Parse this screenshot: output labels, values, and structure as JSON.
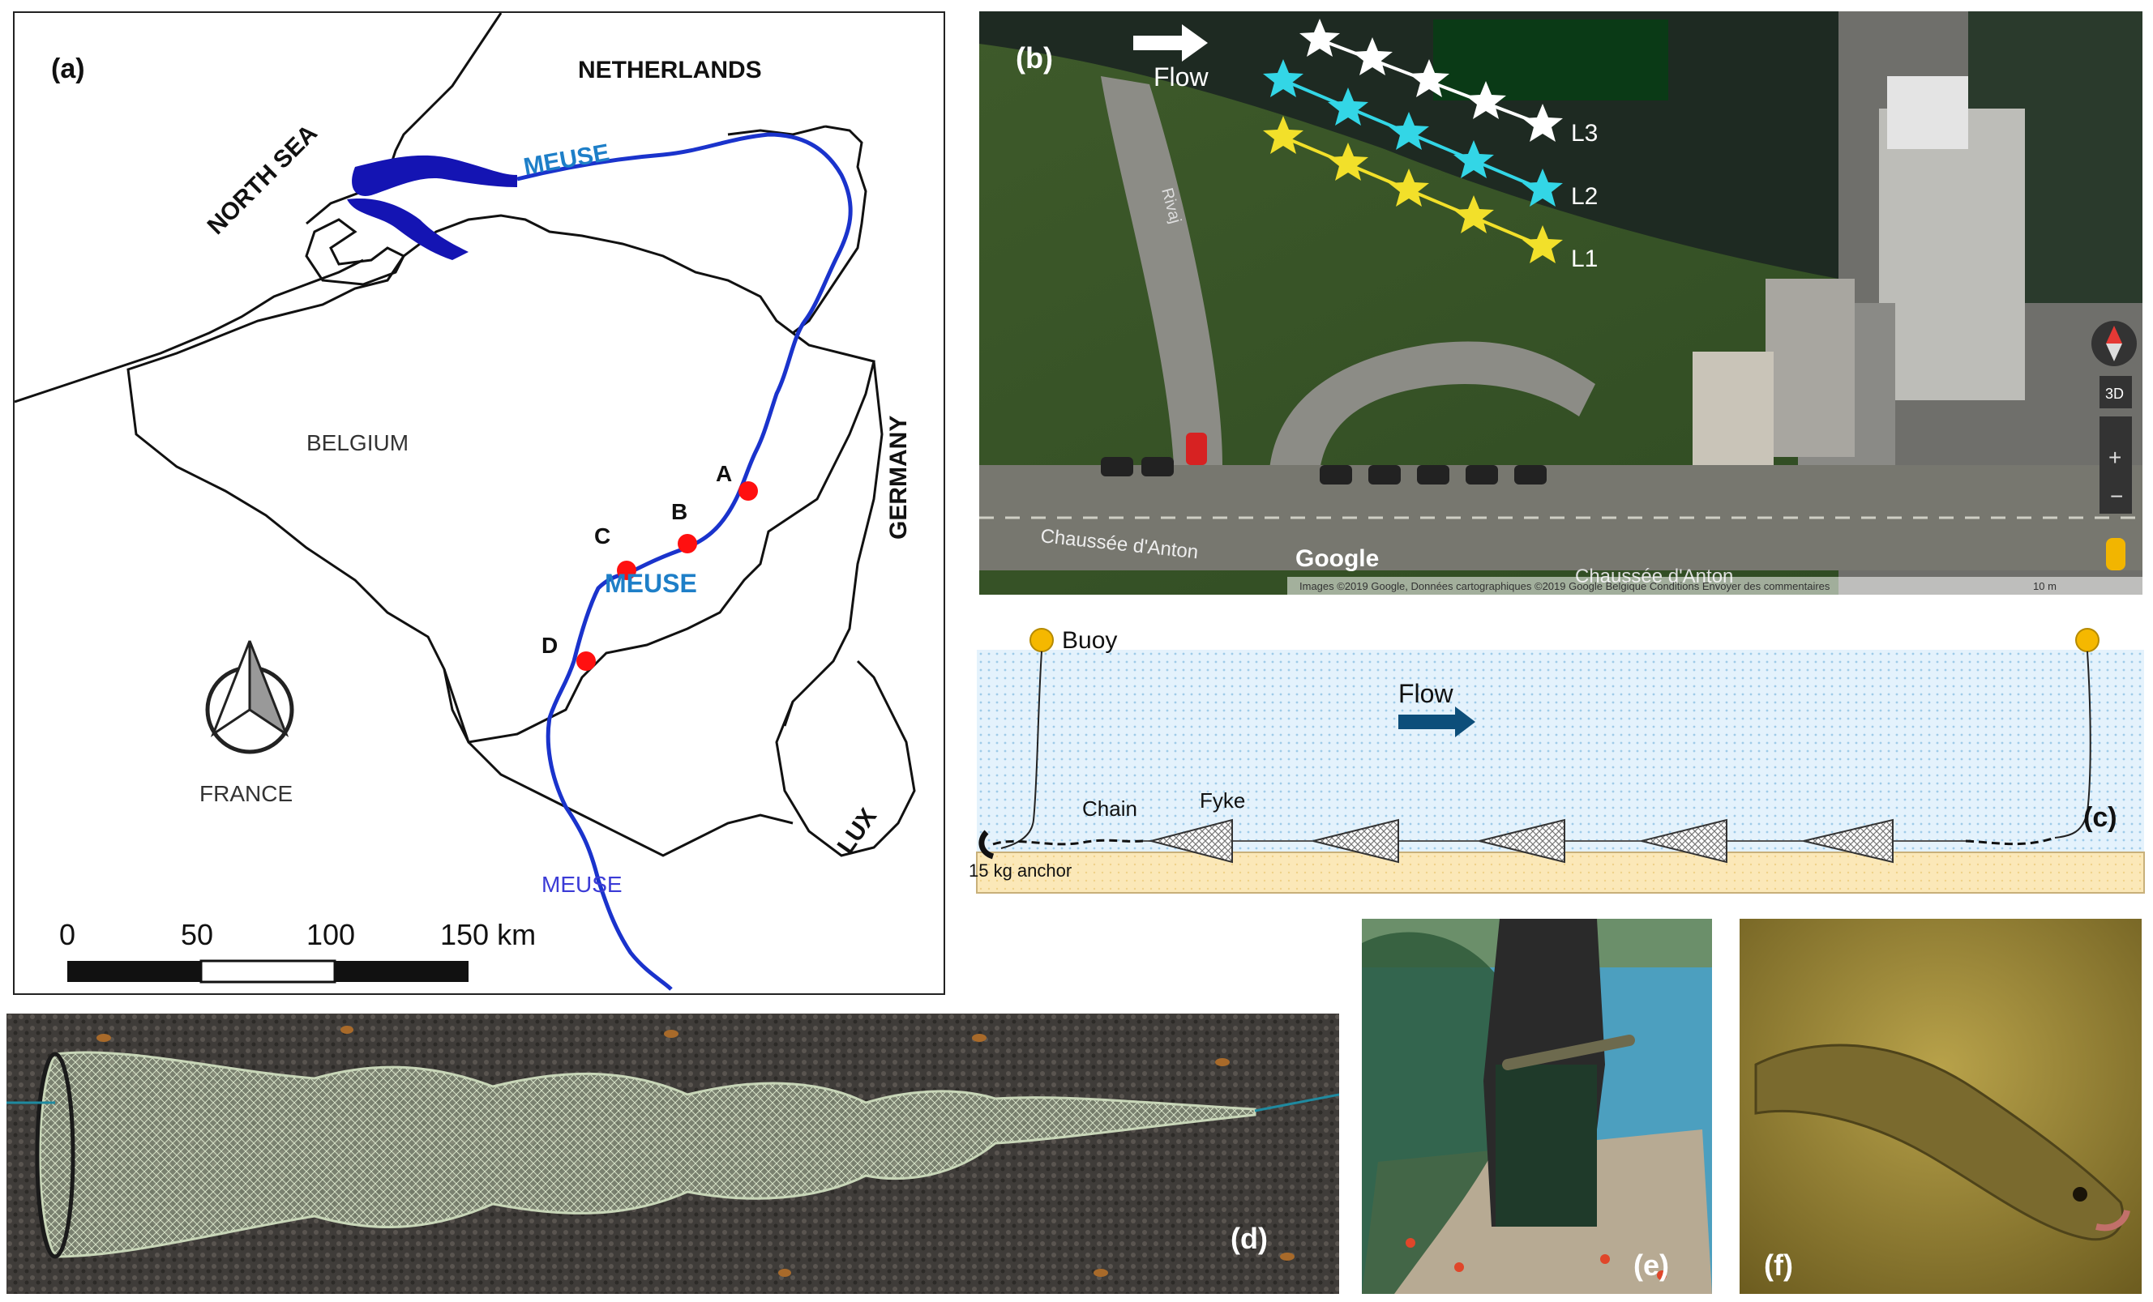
{
  "panels": {
    "a": {
      "label": "(a)",
      "countries": {
        "netherlands": "NETHERLANDS",
        "belgium": "BELGIUM",
        "germany": "GERMANY",
        "france": "FRANCE",
        "lux": "LUX",
        "north_sea": "NORTH SEA"
      },
      "river_labels": [
        "MEUSE",
        "MEUSE",
        "MEUSE"
      ],
      "sites": [
        "A",
        "B",
        "C",
        "D"
      ],
      "scale": {
        "ticks": [
          "0",
          "50",
          "100",
          "150 km"
        ]
      },
      "colors": {
        "river": "#1a33cc",
        "river_label": "#1e7fc8",
        "site": "#ff1010",
        "border": "#111111"
      }
    },
    "b": {
      "label": "(b)",
      "flow": "Flow",
      "lines": [
        {
          "name": "L3",
          "color": "#ffffff",
          "stars": 5
        },
        {
          "name": "L2",
          "color": "#33d6e6",
          "stars": 5
        },
        {
          "name": "L1",
          "color": "#f2e02a",
          "stars": 5
        }
      ],
      "street": "Chaussée d'Anton",
      "street2": "Chaussée d'Anton",
      "road": "Rivaj",
      "google": "Google",
      "attribution": "Images ©2019 Google, Données cartographiques ©2019 Google   Belgique   Conditions   Envoyer des commentaires",
      "scale": "10 m",
      "ctrl_3d": "3D"
    },
    "c": {
      "label": "(c)",
      "buoy": "Buoy",
      "flow": "Flow",
      "chain": "Chain",
      "fyke": "Fyke",
      "anchor": "15 kg anchor",
      "fyke_count": 5,
      "colors": {
        "water": "#dff0fb",
        "bed": "#fbe7b5",
        "buoy": "#f5b800",
        "net": "#8a8a8a",
        "arrow": "#0d4e7a"
      }
    },
    "d": {
      "label": "(d)"
    },
    "e": {
      "label": "(e)"
    },
    "f": {
      "label": "(f)"
    }
  }
}
